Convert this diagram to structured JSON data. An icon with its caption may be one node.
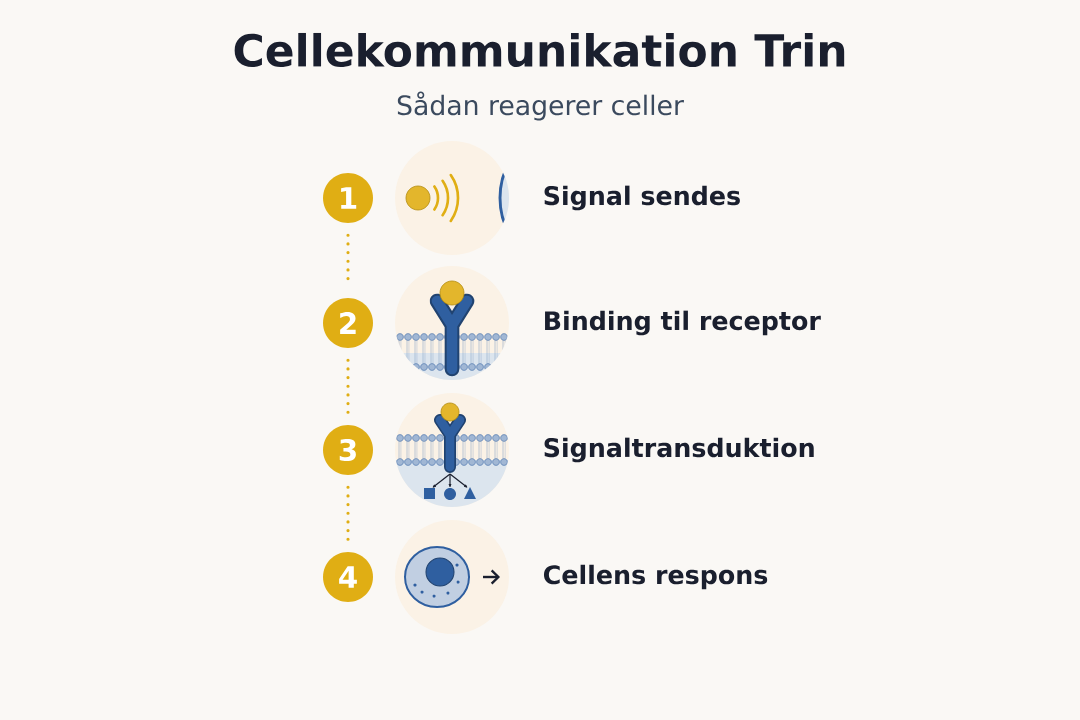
{
  "diagram": {
    "title": "Cellekommunikation Trin",
    "caption": "Sådan reagerer celler",
    "nodes": [
      {
        "text": [
          "1"
        ]
      },
      {
        "text": [
          "2"
        ]
      },
      {
        "text": [
          "3"
        ]
      },
      {
        "text": [
          "4"
        ]
      }
    ],
    "edges": [
      {
        "from": 0,
        "to": 1,
        "arrow": "none",
        "style": "dashed"
      },
      {
        "from": 1,
        "to": 2,
        "arrow": "none",
        "style": "dashed"
      },
      {
        "from": 2,
        "to": 3,
        "arrow": "none",
        "style": "dashed"
      }
    ],
    "labels": [
      "Signal sendes",
      "Binding til receptor",
      "Signaltransduktion",
      "Cellens respons"
    ]
  }
}
